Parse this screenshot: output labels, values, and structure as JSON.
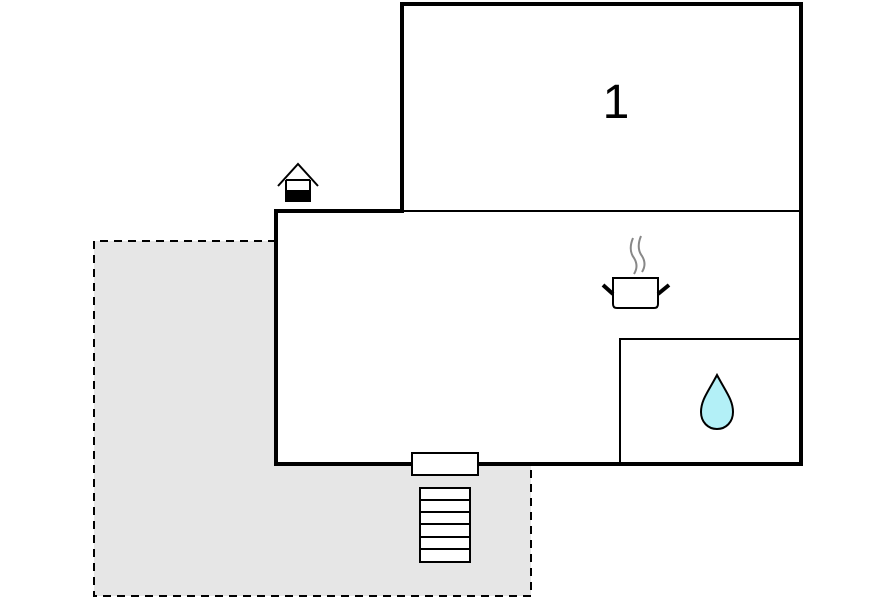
{
  "floor_plan": {
    "rooms": [
      {
        "id": "bedroom",
        "label": "1"
      },
      {
        "id": "kitchen-living",
        "label": ""
      },
      {
        "id": "bathroom",
        "label": ""
      }
    ],
    "icons": [
      "entrance-icon",
      "kitchen-pot-icon",
      "water-drop-icon",
      "stairs-icon",
      "door-icon"
    ],
    "colors": {
      "walls": "#000000",
      "terrace_fill": "#e6e6e6",
      "water_drop": "#b3f0f7",
      "steam": "#888888",
      "background": "#ffffff"
    }
  }
}
